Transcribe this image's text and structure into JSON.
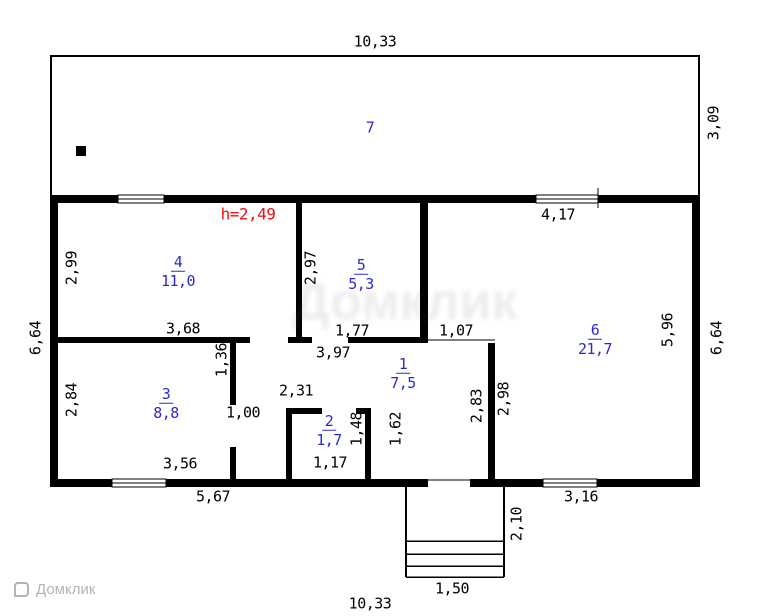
{
  "plan": {
    "height_note": "h=2,49",
    "rooms": {
      "r1": {
        "num": "1",
        "area": "7,5"
      },
      "r2": {
        "num": "2",
        "area": "1,7"
      },
      "r3": {
        "num": "3",
        "area": "8,8"
      },
      "r4": {
        "num": "4",
        "area": "11,0"
      },
      "r5": {
        "num": "5",
        "area": "5,3"
      },
      "r6": {
        "num": "6",
        "area": "21,7"
      },
      "r7": {
        "num": "7"
      }
    },
    "dims": {
      "top_width": "10,33",
      "veranda_height": "3,09",
      "room6_top": "4,17",
      "room4_left": "2,99",
      "room4_bottom": "3,68",
      "room5_left": "2,97",
      "room5_bottom": "1,77",
      "door_room6": "1,07",
      "hall_top": "3,97",
      "left_height": "6,64",
      "right_height": "6,64",
      "room6_right": "5,96",
      "wall_seg_room3": "1,36",
      "hall_width": "2,31",
      "door_room3": "1,00",
      "room3_left": "2,84",
      "room3_bottom": "3,56",
      "room2_bottom": "1,17",
      "room2_right": "1,48",
      "corridor_height": "1,62",
      "notch_left": "2,83",
      "room6_lower_left": "2,98",
      "bottom_left": "5,67",
      "bottom_right": "3,16",
      "porch_height": "2,10",
      "porch_width": "1,50",
      "bottom_width": "10,33"
    },
    "colors": {
      "room_label": "#2a2ad2",
      "height_note": "#f01010",
      "walls": "#000000",
      "watermark": "#b3b3b3"
    }
  },
  "watermark": {
    "brand": "Домклик"
  }
}
